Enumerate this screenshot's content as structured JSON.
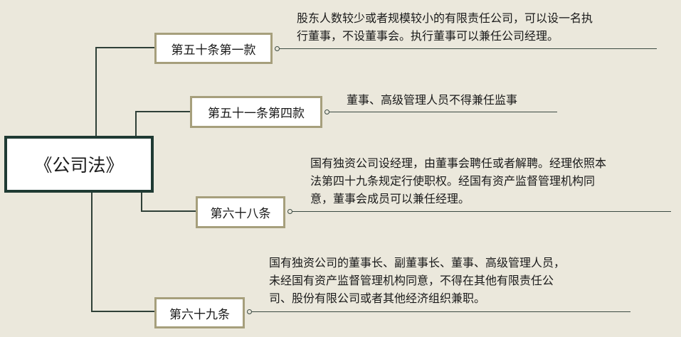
{
  "root": {
    "label": "《公司法》"
  },
  "branches": [
    {
      "label": "第五十条第一款",
      "note_lines": [
        "股东人数较少或者规模较小的有限责任公司，可以设一名执",
        "行董事，不设董事会。执行董事可以兼任公司经理。"
      ]
    },
    {
      "label": "第五十一条第四款",
      "note_lines": [
        "董事、高级管理人员不得兼任监事"
      ]
    },
    {
      "label": "第六十八条",
      "note_lines": [
        "国有独资公司设经理，由董事会聘任或者解聘。经理依照本",
        "法第四十九条规定行使职权。经国有资产监督管理机构同",
        "意，董事会成员可以兼任经理。"
      ]
    },
    {
      "label": "第六十九条",
      "note_lines": [
        "国有独资公司的董事长、副董事长、董事、高级管理人员，",
        "未经国有资产监督管理机构同意，不得在其他有限责任公",
        "司、股份有限公司或者其他经济组织兼职。"
      ]
    }
  ],
  "colors": {
    "background": "#ebe8dc",
    "root_border": "#1f3a33",
    "node_border": "#a69f7c",
    "connector": "#2f4038"
  }
}
